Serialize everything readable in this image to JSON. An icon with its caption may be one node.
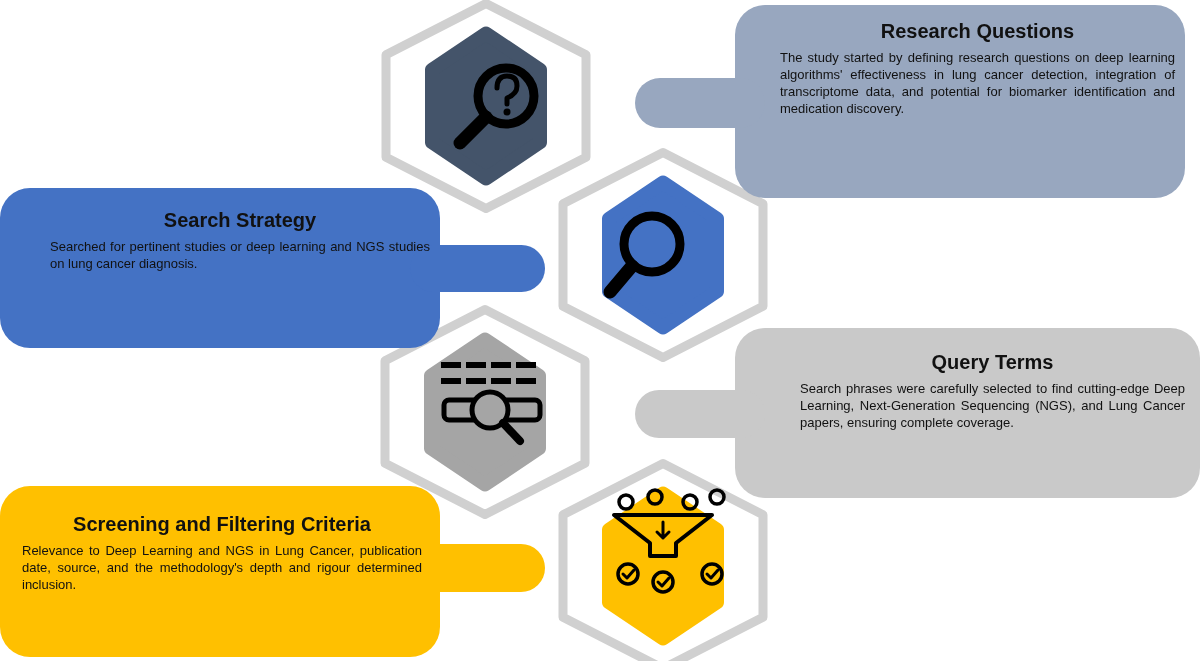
{
  "diagram": {
    "nodes": [
      {
        "text": [
          "Research Questions",
          "The study started by defining research questions on deep learning algorithms' effectiveness in lung cancer detection, integration of transcriptome data, and potential for biomarker identification and medication discovery."
        ]
      },
      {
        "text": [
          "Search Strategy",
          "Searched for pertinent studies or deep learning and NGS studies on lung cancer diagnosis."
        ]
      },
      {
        "text": [
          "Query Terms",
          "Search phrases were carefully selected to find cutting-edge Deep Learning, Next-Generation Sequencing (NGS), and Lung Cancer papers, ensuring complete coverage."
        ]
      },
      {
        "text": [
          "Screening and Filtering Criteria",
          "Relevance to Deep Learning and NGS in Lung Cancer, publication date, source, and the methodology's depth and rigour determined inclusion."
        ]
      }
    ]
  }
}
